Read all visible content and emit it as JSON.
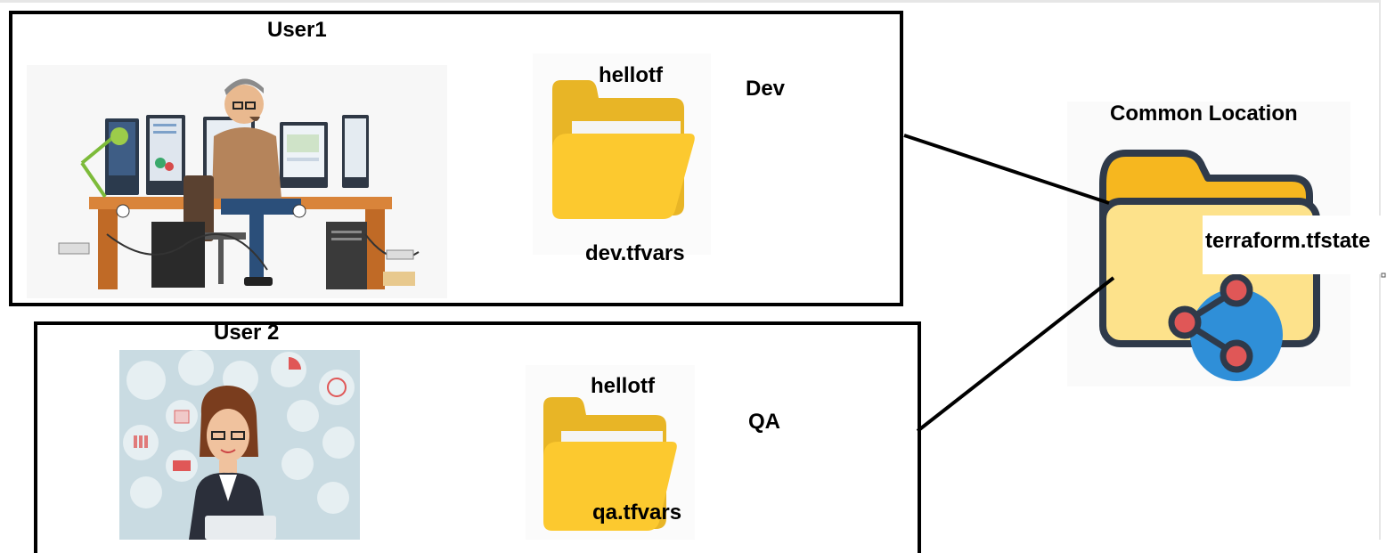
{
  "user1": {
    "title": "User1",
    "env": "Dev",
    "folder": "hellotf",
    "file": "dev.tfvars"
  },
  "user2": {
    "title": "User 2",
    "env": "QA",
    "folder": "hellotf",
    "file": "qa.tfvars"
  },
  "common": {
    "title": "Common Location",
    "file": "terraform.tfstate"
  },
  "colors": {
    "folder_yellow": "#fcc92f",
    "folder_tab": "#e8b526",
    "border": "#000000",
    "share_node": "#e05757",
    "share_circle": "#2f8fd8"
  },
  "icons": [
    "developer-workstation-illustration",
    "businesswoman-illustration",
    "folder-icon",
    "shared-folder-icon",
    "share-icon"
  ]
}
